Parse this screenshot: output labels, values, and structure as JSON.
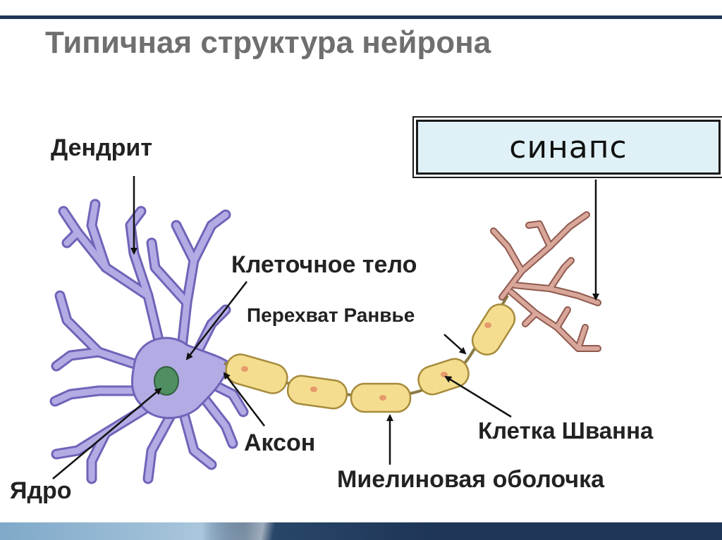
{
  "slide": {
    "title": "Типичная структура нейрона"
  },
  "labels": {
    "dendrite": "Дендрит",
    "cell_body": "Клеточное тело",
    "node_of_ranvier": "Перехват Ранвье",
    "axon": "Аксон",
    "schwann_cell": "Клетка Шванна",
    "myelin_sheath": "Миелиновая оболочка",
    "nucleus": "Ядро"
  },
  "overlay": {
    "synapse": "синапс"
  },
  "colors": {
    "cell_body": "#b3abe4",
    "cell_outline": "#6e64b8",
    "myelin": "#f4dd8e",
    "myelin_outline": "#a68b3c",
    "nucleus": "#4f8f61",
    "terminal": "#d9a69a",
    "frame": "#1e3557",
    "title": "#6f6f6f",
    "synapse_box": "#dff1f7"
  }
}
